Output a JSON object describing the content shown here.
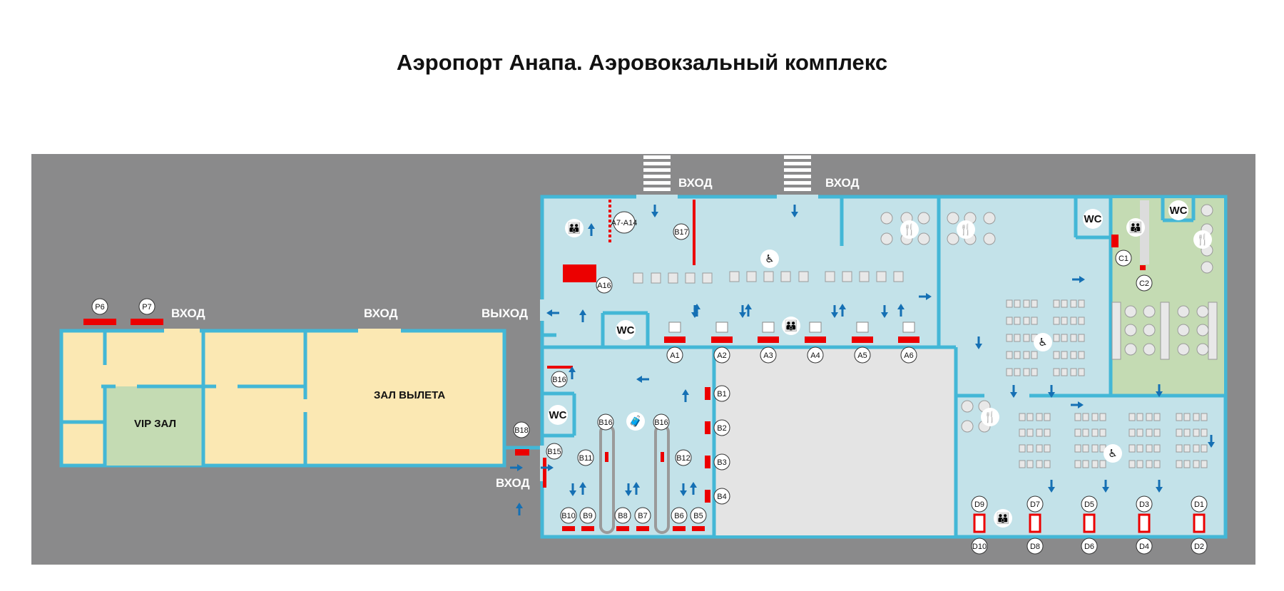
{
  "title": "Аэропорт Анапа. Аэровокзальный комплекс",
  "labels": {
    "entrance": "ВХОД",
    "exit": "ВЫХОД",
    "departure_hall": "ЗАЛ ВЫЛЕТА",
    "vip_hall": "VIP ЗАЛ",
    "wc": "WC"
  },
  "gates": {
    "top_row": [
      "A1",
      "A2",
      "A3",
      "A4",
      "A5",
      "A6"
    ],
    "b_column": [
      "B1",
      "B2",
      "B3",
      "B4"
    ],
    "b_bottom": [
      "B10",
      "B9",
      "B8",
      "B7",
      "B6",
      "B5"
    ],
    "b_upper": [
      "B16",
      "B16",
      "B11",
      "B12",
      "B15",
      "B18",
      "B16",
      "B17"
    ],
    "a_misc": [
      "A7-A14",
      "A16"
    ],
    "c": [
      "C1",
      "C2"
    ],
    "d_top": [
      "D9",
      "D7",
      "D5",
      "D3",
      "D1"
    ],
    "d_bottom": [
      "D10",
      "D8",
      "D6",
      "D4",
      "D2"
    ],
    "p": [
      "P6",
      "P7"
    ]
  },
  "colors": {
    "ground": "#8a8a8b",
    "terminal_fill": "#c3e2e9",
    "wall": "#43b7d6",
    "landside": "#fbe8b3",
    "vip": "#c4dbb3",
    "food_area": "#c4dbb3",
    "counter": "#ec0000",
    "arrow": "#1570b4",
    "baggage_hall": "#e4e4e4"
  },
  "icons": [
    "wheelchair-icon",
    "restaurant-icon",
    "baby-room-icon",
    "baggage-icon",
    "arrow-icon"
  ]
}
